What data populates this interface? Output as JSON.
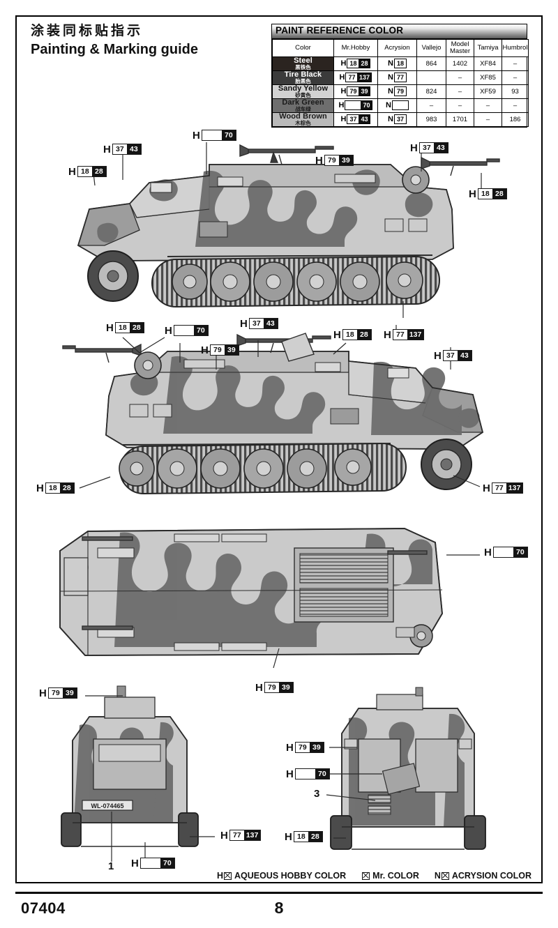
{
  "document": {
    "title_cn": "涂装同标贴指示",
    "title_en": "Painting & Marking guide",
    "kit_number": "07404",
    "page_number": "8"
  },
  "paint_table": {
    "title": "PAINT REFERENCE COLOR",
    "headers": [
      "Color",
      "Mr.Hobby",
      "Acrysion",
      "Vallejo",
      "Model Master",
      "Tamiya",
      "Humbrol"
    ],
    "header_model_master_line1": "Model",
    "header_model_master_line2": "Master",
    "rows": [
      {
        "name": "Steel",
        "name_cn": "黑铁色",
        "swatch_hex": "#2b2420",
        "name_color": "#ffffff",
        "hobby_prefix": "H",
        "hobby_light": "18",
        "hobby_dark": "28",
        "acrysion_prefix": "N",
        "acrysion_light": "18",
        "vallejo": "864",
        "model_master": "1402",
        "tamiya": "XF84",
        "humbrol": "–"
      },
      {
        "name": "Tire Black",
        "name_cn": "胎黑色",
        "swatch_hex": "#3b3b3b",
        "name_color": "#ffffff",
        "hobby_prefix": "H",
        "hobby_light": "77",
        "hobby_dark": "137",
        "acrysion_prefix": "N",
        "acrysion_light": "77",
        "vallejo": "",
        "model_master": "–",
        "tamiya": "XF85",
        "humbrol": "–"
      },
      {
        "name": "Sandy Yellow",
        "name_cn": "砂黄色",
        "swatch_hex": "#d2d2d2",
        "name_color": "#111111",
        "hobby_prefix": "H",
        "hobby_light": "79",
        "hobby_dark": "39",
        "acrysion_prefix": "N",
        "acrysion_light": "79",
        "vallejo": "824",
        "model_master": "–",
        "tamiya": "XF59",
        "humbrol": "93"
      },
      {
        "name": "Dark Green",
        "name_cn": "战车绿",
        "swatch_hex": "#6e6e6e",
        "name_color": "#1a1a1a",
        "hobby_prefix": "H",
        "hobby_light": "",
        "hobby_dark": "70",
        "acrysion_prefix": "N",
        "acrysion_light": "",
        "vallejo": "–",
        "model_master": "–",
        "tamiya": "–",
        "humbrol": "–"
      },
      {
        "name": "Wood Brown",
        "name_cn": "木棕色",
        "swatch_hex": "#b9b9b9",
        "name_color": "#1a1a1a",
        "hobby_prefix": "H",
        "hobby_light": "37",
        "hobby_dark": "43",
        "acrysion_prefix": "N",
        "acrysion_light": "37",
        "vallejo": "983",
        "model_master": "1701",
        "tamiya": "–",
        "humbrol": "186"
      }
    ]
  },
  "callouts": [
    {
      "id": "c1",
      "prefix": "H",
      "light": "18",
      "dark": "28",
      "view": "top-left-side"
    },
    {
      "id": "c2",
      "prefix": "H",
      "light": "37",
      "dark": "43",
      "view": "top-left-side"
    },
    {
      "id": "c3",
      "prefix": "H",
      "light": "",
      "dark": "70",
      "view": "top-left-side"
    },
    {
      "id": "c4",
      "prefix": "H",
      "light": "79",
      "dark": "39",
      "view": "top-left-side"
    },
    {
      "id": "c5",
      "prefix": "H",
      "light": "37",
      "dark": "43",
      "view": "top-left-side"
    },
    {
      "id": "c6",
      "prefix": "H",
      "light": "18",
      "dark": "28",
      "view": "top-left-side"
    },
    {
      "id": "c7",
      "prefix": "H",
      "light": "18",
      "dark": "28",
      "view": "right-side"
    },
    {
      "id": "c8",
      "prefix": "H",
      "light": "",
      "dark": "70",
      "view": "right-side"
    },
    {
      "id": "c9",
      "prefix": "H",
      "light": "79",
      "dark": "39",
      "view": "right-side"
    },
    {
      "id": "c10",
      "prefix": "H",
      "light": "37",
      "dark": "43",
      "view": "right-side"
    },
    {
      "id": "c11",
      "prefix": "H",
      "light": "18",
      "dark": "28",
      "view": "right-side"
    },
    {
      "id": "c12",
      "prefix": "H",
      "light": "77",
      "dark": "137",
      "view": "right-side"
    },
    {
      "id": "c13",
      "prefix": "H",
      "light": "37",
      "dark": "43",
      "view": "right-side"
    },
    {
      "id": "c14",
      "prefix": "H",
      "light": "18",
      "dark": "28",
      "view": "right-side"
    },
    {
      "id": "c15",
      "prefix": "H",
      "light": "77",
      "dark": "137",
      "view": "right-side"
    },
    {
      "id": "c16",
      "prefix": "H",
      "light": "",
      "dark": "70",
      "view": "top-plan"
    },
    {
      "id": "c17",
      "prefix": "H",
      "light": "79",
      "dark": "39",
      "view": "top-plan"
    },
    {
      "id": "c18",
      "prefix": "H",
      "light": "79",
      "dark": "39",
      "view": "front"
    },
    {
      "id": "c19",
      "prefix": "H",
      "light": "77",
      "dark": "137",
      "view": "front"
    },
    {
      "id": "c20",
      "prefix": "H",
      "light": "",
      "dark": "70",
      "view": "front"
    },
    {
      "id": "c21",
      "prefix": "H",
      "light": "79",
      "dark": "39",
      "view": "rear"
    },
    {
      "id": "c22",
      "prefix": "H",
      "light": "",
      "dark": "70",
      "view": "rear"
    },
    {
      "id": "c23",
      "prefix": "H",
      "light": "18",
      "dark": "28",
      "view": "rear"
    }
  ],
  "part_numbers": [
    {
      "id": "p1",
      "label": "1",
      "view": "front"
    },
    {
      "id": "p3",
      "label": "3",
      "view": "rear"
    }
  ],
  "markings": {
    "license_plate": "WL-074465"
  },
  "legend": {
    "items": [
      {
        "prefix": "H",
        "label": "AQUEOUS HOBBY COLOR"
      },
      {
        "prefix": "",
        "label": "Mr. COLOR"
      },
      {
        "prefix": "N",
        "label": "ACRYSION COLOR"
      }
    ]
  }
}
